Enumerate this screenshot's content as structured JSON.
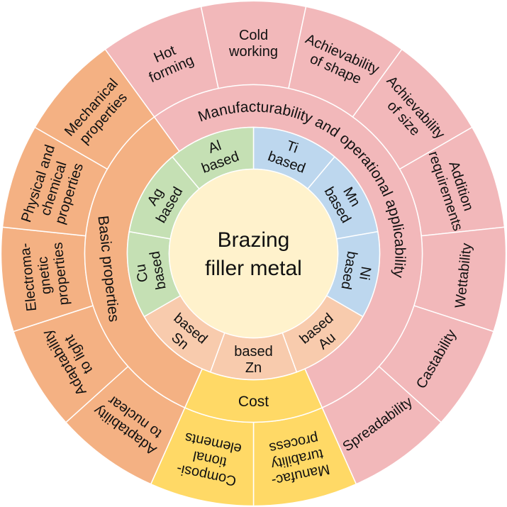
{
  "center": {
    "lines": [
      "Brazing",
      "filler metal"
    ]
  },
  "colors": {
    "pink": "#F2B8BA",
    "orange": "#F4B183",
    "yellow": "#FFD966",
    "green": "#C5E0B4",
    "blue": "#BDD7EE",
    "peach": "#F8CBAD",
    "center": "#FFF2CC"
  },
  "inner_ring": [
    {
      "lines": [
        "Ti",
        "based"
      ],
      "color": "blue"
    },
    {
      "lines": [
        "Mn",
        "based"
      ],
      "color": "blue"
    },
    {
      "lines": [
        "Ni",
        "based"
      ],
      "color": "blue"
    },
    {
      "lines": [
        "based",
        "Au"
      ],
      "color": "peach"
    },
    {
      "lines": [
        "based",
        "Zn"
      ],
      "color": "peach"
    },
    {
      "lines": [
        "based",
        "Sn"
      ],
      "color": "peach"
    },
    {
      "lines": [
        "Cu",
        "based"
      ],
      "color": "green"
    },
    {
      "lines": [
        "Ag",
        "based"
      ],
      "color": "green"
    },
    {
      "lines": [
        "Al",
        "based"
      ],
      "color": "green"
    }
  ],
  "middle_ring": [
    {
      "label": "Manufacturability and operational applicability",
      "color": "pink",
      "span": 8
    },
    {
      "label": "Cost",
      "color": "yellow",
      "span": 2
    },
    {
      "label": "Basic properties",
      "color": "orange",
      "span": 5
    }
  ],
  "outer_ring": [
    {
      "lines": [
        "Hot",
        "forming"
      ],
      "color": "pink"
    },
    {
      "lines": [
        "Cold",
        "working"
      ],
      "color": "pink"
    },
    {
      "lines": [
        "Achievability",
        "of shape"
      ],
      "color": "pink"
    },
    {
      "lines": [
        "Achievability",
        "of size"
      ],
      "color": "pink"
    },
    {
      "lines": [
        "Addition",
        "requirements"
      ],
      "color": "pink"
    },
    {
      "lines": [
        "Wettability"
      ],
      "color": "pink"
    },
    {
      "lines": [
        "Castability"
      ],
      "color": "pink"
    },
    {
      "lines": [
        "Spreadability"
      ],
      "color": "pink"
    },
    {
      "lines": [
        "Manufac-",
        "turability",
        "process"
      ],
      "color": "yellow"
    },
    {
      "lines": [
        "Composi-",
        "tional",
        "elements"
      ],
      "color": "yellow"
    },
    {
      "lines": [
        "Adaptability",
        "to nuclear"
      ],
      "color": "orange"
    },
    {
      "lines": [
        "Adaptability",
        "to light"
      ],
      "color": "orange"
    },
    {
      "lines": [
        "Electroma-",
        "gnetic",
        "properties"
      ],
      "color": "orange"
    },
    {
      "lines": [
        "Physical and",
        "chemical",
        "properties"
      ],
      "color": "orange"
    },
    {
      "lines": [
        "Mechanical",
        "properties"
      ],
      "color": "orange"
    }
  ]
}
